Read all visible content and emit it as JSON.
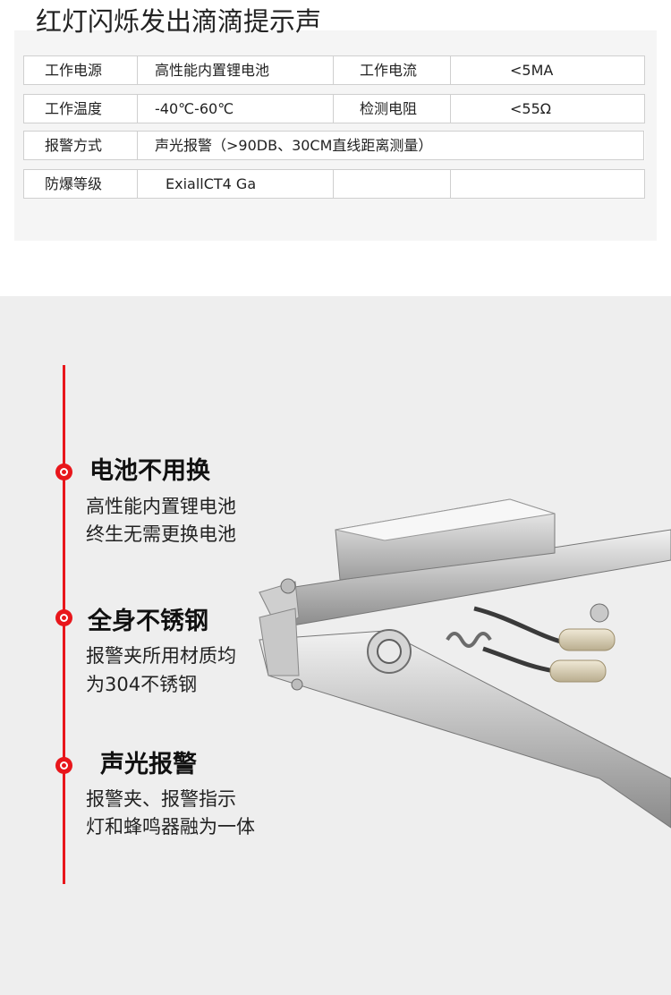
{
  "headline": "红灯闪烁发出滴滴提示声",
  "spec_table": {
    "rows": [
      [
        "工作电源",
        "高性能内置锂电池",
        "工作电流",
        "<5MA"
      ],
      [
        "工作温度",
        "-40℃-60℃",
        "检测电阻",
        "<55Ω"
      ],
      [
        "报警方式",
        "声光报警（>90DB、30CM直线距离测量）"
      ],
      [
        "防爆等级",
        "ExiallCT4 Ga",
        "",
        ""
      ]
    ]
  },
  "features": [
    {
      "title": "电池不用换",
      "lines": [
        "高性能内置锂电池",
        "终生无需更换电池"
      ]
    },
    {
      "title": "全身不锈钢",
      "lines": [
        "报警夹所用材质均",
        "为304不锈钢"
      ]
    },
    {
      "title": "声光报警",
      "lines": [
        "报警夹、报警指示",
        "灯和蜂鸣器融为一体"
      ]
    }
  ],
  "colors": {
    "accent": "#e8161b",
    "panel": "#eeeeee"
  }
}
